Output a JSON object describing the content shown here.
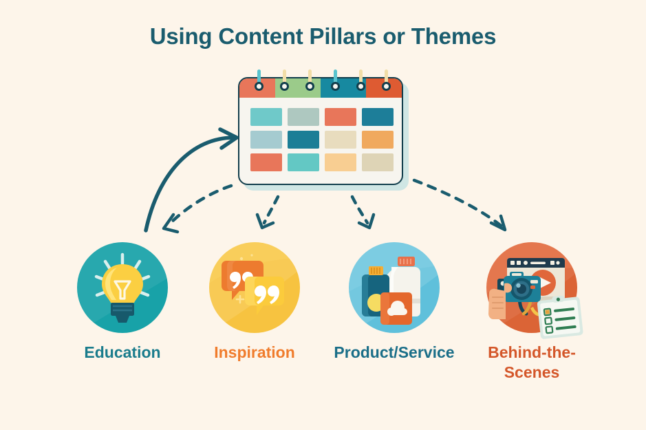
{
  "page": {
    "background_color": "#FDF5EA",
    "title": "Using Content Pillars or Themes",
    "title_color": "#1A5C6E"
  },
  "calendar": {
    "name": "content-calendar",
    "header_segments": [
      {
        "color": "#E8765A"
      },
      {
        "color": "#9BCB8A"
      },
      {
        "color": "#1789A0"
      },
      {
        "color": "#DE5B32"
      }
    ],
    "ring_count": 6,
    "ring_wire_colors": [
      "#59C4CE",
      "#F2DEA8",
      "#F2DEA8",
      "#59C4CE",
      "#F2DEA8",
      "#F2DEA8"
    ],
    "grid_rows": [
      [
        "#6FC9C9",
        "#AEC8C0",
        "#E8765A",
        "#1D7E99"
      ],
      [
        "#A5CBD0",
        "#1B7E96",
        "#E8DCBE",
        "#F0A95E"
      ],
      [
        "#E8765A",
        "#63C8C4",
        "#F8CE92",
        "#DED4B6"
      ]
    ]
  },
  "arrows": {
    "solid_arrow": {
      "name": "solid-curved-arrow-to-calendar",
      "color": "#1A5C6E"
    },
    "dashed": [
      {
        "name": "dashed-arrow-to-education",
        "color": "#1A5C6E"
      },
      {
        "name": "dashed-arrow-to-inspiration",
        "color": "#1A5C6E"
      },
      {
        "name": "dashed-arrow-to-product-service",
        "color": "#1A5C6E"
      },
      {
        "name": "dashed-arrow-to-behind-the-scenes",
        "color": "#1A5C6E"
      }
    ]
  },
  "pillars": [
    {
      "id": "education",
      "label": "Education",
      "label_color": "#1A7C8C",
      "circle_color": "#18A2A8",
      "icon": "lightbulb-icon"
    },
    {
      "id": "inspiration",
      "label": "Inspiration",
      "label_color": "#F07C2C",
      "circle_color": "#F8C743",
      "icon": "speech-bubbles-quotes-icon"
    },
    {
      "id": "product-service",
      "label": "Product/Service",
      "label_color": "#1A6E88",
      "circle_color": "#63C3DD",
      "icon": "product-bottles-icon"
    },
    {
      "id": "behind-the-scenes",
      "label": "Behind-the-Scenes",
      "label_color": "#D4572A",
      "circle_color": "#E1683A",
      "icon": "camera-video-checklist-icon"
    }
  ]
}
